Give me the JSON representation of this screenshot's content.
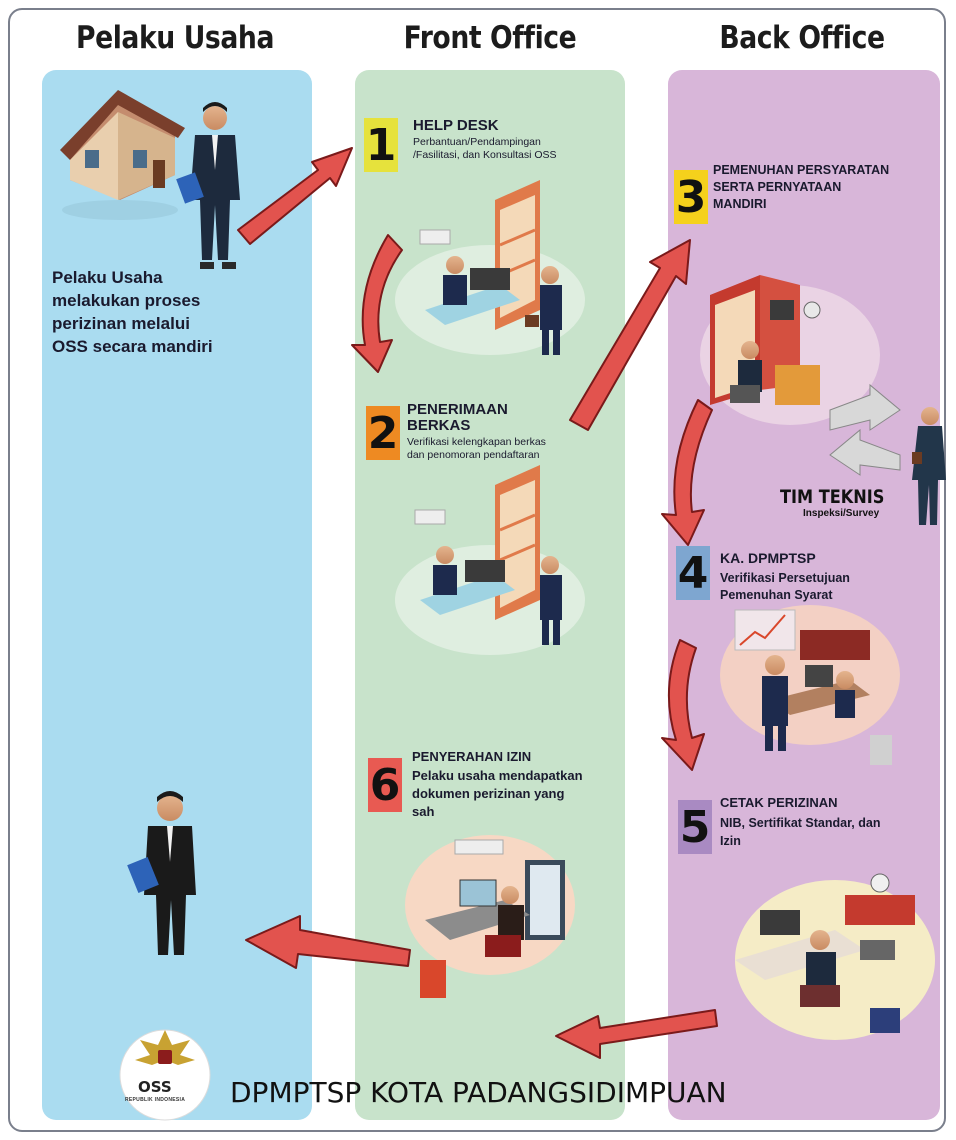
{
  "headers": {
    "pelaku": "Pelaku Usaha",
    "front": "Front Office",
    "back": "Back Office"
  },
  "pelaku_desc": [
    "Pelaku Usaha",
    "melakukan proses",
    "perizinan melalui",
    "OSS secara mandiri"
  ],
  "steps": [
    {
      "num": "1",
      "title": "HELP DESK",
      "sub": [
        "Perbantuan/Pendampingan",
        "/Fasilitasi, dan Konsultasi OSS"
      ],
      "color": "#e6e23c"
    },
    {
      "num": "2",
      "title": "PENERIMAAN BERKAS",
      "title_lines": [
        "PENERIMAAN",
        "BERKAS"
      ],
      "sub": [
        "Verifikasi kelengkapan berkas",
        "dan penomoran pendaftaran"
      ],
      "color": "#ee8a22"
    },
    {
      "num": "3",
      "title_lines": [
        "PEMENUHAN PERSYARATAN",
        "SERTA PERNYATAAN",
        "MANDIRI"
      ],
      "sub": [],
      "color": "#f5d11c"
    },
    {
      "num": "4",
      "title": "KA. DPMPTSP",
      "sub": [
        "Verifikasi Persetujuan",
        "Pemenuhan Syarat"
      ],
      "color": "#7ea6d0"
    },
    {
      "num": "5",
      "title": "CETAK PERIZINAN",
      "sub": [
        "NIB, Sertifikat Standar, dan",
        "Izin"
      ],
      "color": "#a98ac2"
    },
    {
      "num": "6",
      "title": "PENYERAHAN IZIN",
      "sub": [
        "Pelaku usaha mendapatkan",
        "dokumen perizinan yang",
        "sah"
      ],
      "color": "#e85a52"
    }
  ],
  "tim_teknis": {
    "title": "TIM TEKNIS",
    "sub": "Inspeksi/Survey"
  },
  "logo": {
    "text": "OSS",
    "sub": "REPUBLIK INDONESIA"
  },
  "footer": "DPMPTSP KOTA PADANGSIDIMPUAN",
  "colors": {
    "pelaku_col": "#aadcf0",
    "front_col": "#c8e3cb",
    "back_col": "#d8b6d9",
    "arrow_fill": "#e2534e",
    "arrow_stroke": "#7a1a1a"
  }
}
